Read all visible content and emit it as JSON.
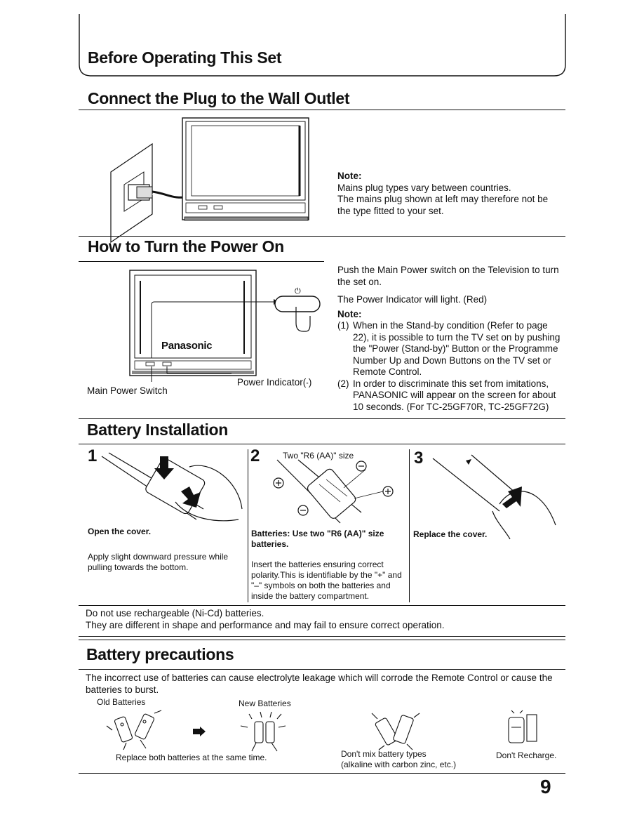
{
  "header": {
    "title": "Before Operating This Set"
  },
  "plug_section": {
    "heading": "Connect the Plug to the Wall Outlet",
    "note_label": "Note:",
    "note_lines": [
      "Mains plug types vary between countries.",
      "The mains plug shown at left may therefore not be",
      "the type fitted to your set."
    ]
  },
  "power_section": {
    "heading": "How to Turn the Power On",
    "brand": "Panasonic",
    "main_power_switch_label": "Main Power Switch",
    "power_indicator_label": "Power Indicator(",
    "power_indicator_close": ")",
    "instruction_1": "Push the Main Power switch on the Television to turn the set on.",
    "instruction_2": "The Power Indicator will light. (Red)",
    "note_label": "Note:",
    "notes": [
      {
        "num": "(1)",
        "text": "When in the Stand-by condition (Refer to page 22), it is possible to turn the TV set on by pushing the \"Power (Stand-by)\" Button or the Programme Number Up and Down Buttons on the TV set or Remote Control."
      },
      {
        "num": "(2)",
        "text": "In order to discriminate this set from imitations, PANASONIC will appear on the screen for about 10 seconds. (For TC-25GF70R, TC-25GF72G)"
      }
    ]
  },
  "battery_install": {
    "heading": "Battery Installation",
    "steps": [
      {
        "num": "1",
        "caption": "Open the cover.",
        "detail": "Apply slight downward pressure while pulling towards the bottom."
      },
      {
        "num": "2",
        "size_label": "Two \"R6 (AA)\" size",
        "caption": "Batteries: Use two \"R6 (AA)\" size batteries.",
        "detail": "Insert the batteries ensuring correct polarity.This is identifiable by the \"+\" and \"–\" symbols on both the batteries and inside the battery compartment."
      },
      {
        "num": "3",
        "caption": "Replace the cover."
      }
    ],
    "warning_lines": [
      "Do not use rechargeable (Ni-Cd) batteries.",
      "They are different in shape and performance and may fail to ensure correct operation."
    ]
  },
  "precautions": {
    "heading": "Battery precautions",
    "intro": "The incorrect use of batteries can cause electrolyte leakage which will corrode the Remote Control or cause the batteries to burst.",
    "old_label": "Old Batteries",
    "new_label": "New Batteries",
    "replace_caption": "Replace both batteries at the same time.",
    "mix_caption_1": "Don't mix battery types",
    "mix_caption_2": "(alkaline with carbon zinc, etc.)",
    "recharge_caption": "Don't Recharge."
  },
  "page_number": "9"
}
